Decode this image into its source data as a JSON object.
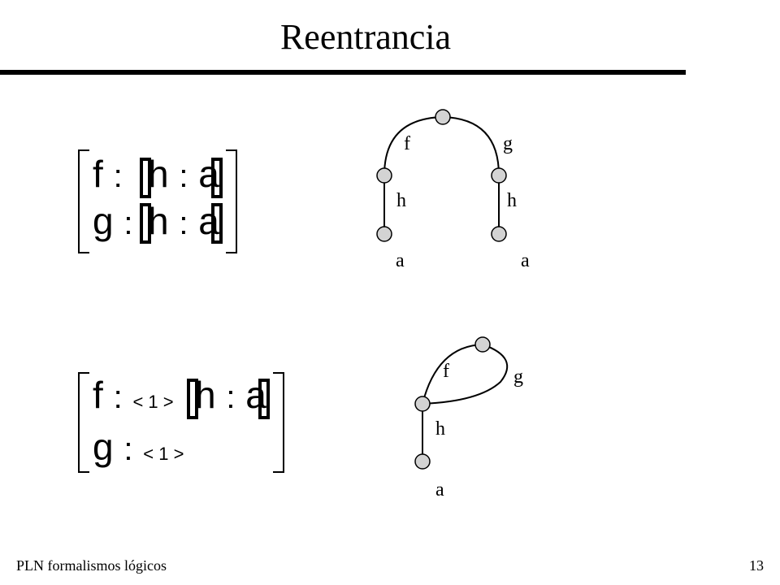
{
  "slide": {
    "title": "Reentrancia",
    "footer_left": "PLN  formalismos lógicos",
    "page_number": "13"
  },
  "matrix1": {
    "row1": {
      "feature": "f",
      "colon": ":",
      "inner_feature": "h",
      "inner_colon": ":",
      "inner_value": "a"
    },
    "row2": {
      "feature": "g",
      "colon": ":",
      "inner_feature": "h",
      "inner_colon": ":",
      "inner_value": "a"
    }
  },
  "matrix2": {
    "row1": {
      "feature": "f",
      "colon": ":",
      "tag": "< 1 >",
      "inner_feature": "h",
      "inner_colon": ":",
      "inner_value": "a"
    },
    "row2": {
      "feature": "g",
      "colon": ":",
      "tag": "< 1 >"
    }
  },
  "graph1": {
    "edge_labels": {
      "f": "f",
      "g": "g",
      "h_left": "h",
      "h_right": "h"
    },
    "leaf_labels": {
      "left": "a",
      "right": "a"
    }
  },
  "graph2": {
    "edge_labels": {
      "f": "f",
      "g": "g",
      "h": "h"
    },
    "leaf_labels": {
      "leaf": "a"
    }
  },
  "colors": {
    "node_fill": "#d3d3d3",
    "stroke": "#000000"
  }
}
